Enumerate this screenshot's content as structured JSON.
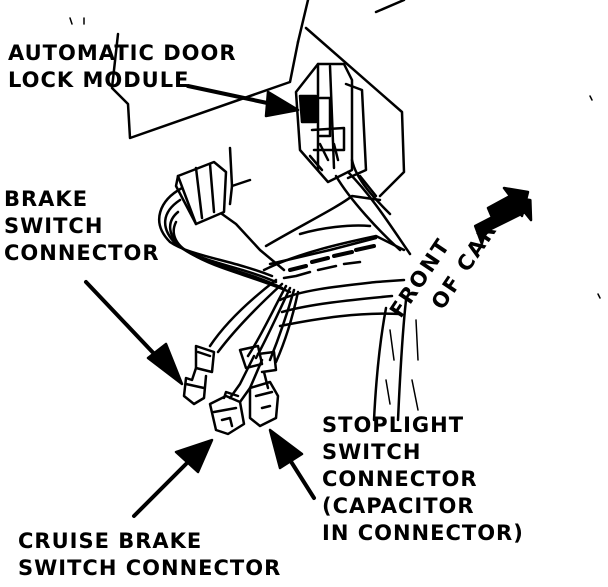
{
  "labels": {
    "door_lock_module": [
      "AUTOMATIC DOOR",
      "LOCK MODULE"
    ],
    "brake_switch_connector": [
      "BRAKE",
      "SWITCH",
      "CONNECTOR"
    ],
    "front_of_car": [
      "FRONT",
      "OF CAR"
    ],
    "stoplight_switch_connector": [
      "STOPLIGHT",
      "SWITCH",
      "CONNECTOR",
      "(CAPACITOR",
      "IN CONNECTOR)"
    ],
    "cruise_brake_switch_connector": [
      "CRUISE BRAKE",
      "SWITCH CONNECTOR"
    ]
  }
}
